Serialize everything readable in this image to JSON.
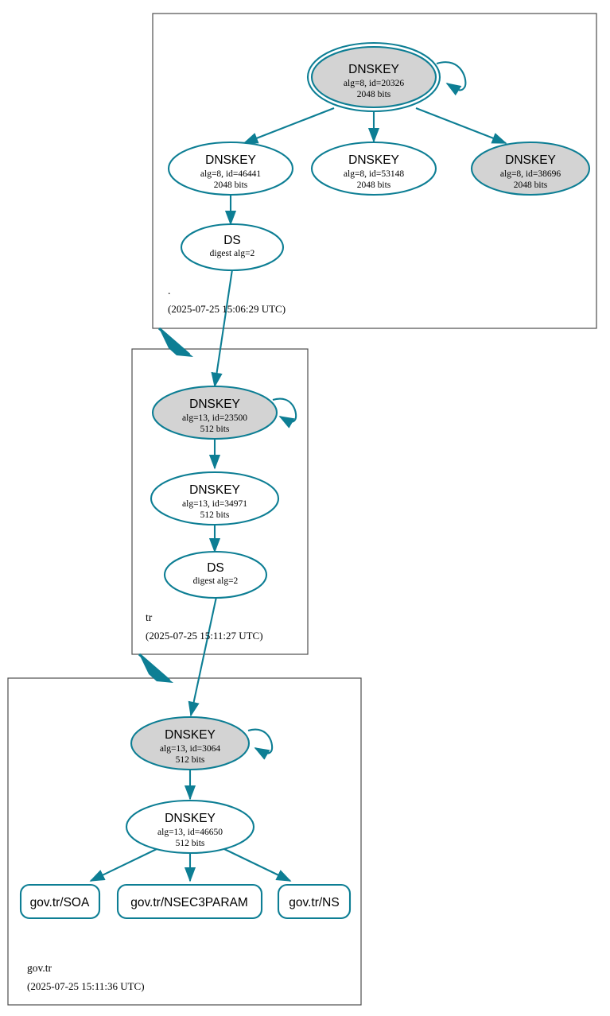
{
  "diagram": {
    "type": "dnssec-chain-of-trust",
    "colors": {
      "edge": "#0d7e94",
      "node_stroke": "#0d7e94",
      "sep_fill": "#d3d3d3",
      "plain_fill": "#ffffff",
      "zone_border": "#4d4d4d",
      "background": "#ffffff"
    }
  },
  "zones": [
    {
      "id": "root",
      "name": ".",
      "timestamp": "(2025-07-25 15:06:29 UTC)",
      "nodes": {
        "ksk": {
          "title": "DNSKEY",
          "params": "alg=8, id=20326",
          "size": "2048 bits",
          "trust_anchor": true,
          "sep": true
        },
        "zsk1": {
          "title": "DNSKEY",
          "params": "alg=8, id=46441",
          "size": "2048 bits",
          "trust_anchor": false,
          "sep": false
        },
        "zsk2": {
          "title": "DNSKEY",
          "params": "alg=8, id=53148",
          "size": "2048 bits",
          "trust_anchor": false,
          "sep": false
        },
        "zsk3": {
          "title": "DNSKEY",
          "params": "alg=8, id=38696",
          "size": "2048 bits",
          "trust_anchor": false,
          "sep": true
        },
        "ds": {
          "title": "DS",
          "params": "digest alg=2"
        }
      }
    },
    {
      "id": "tr",
      "name": "tr",
      "timestamp": "(2025-07-25 15:11:27 UTC)",
      "nodes": {
        "ksk": {
          "title": "DNSKEY",
          "params": "alg=13, id=23500",
          "size": "512 bits",
          "trust_anchor": false,
          "sep": true
        },
        "zsk1": {
          "title": "DNSKEY",
          "params": "alg=13, id=34971",
          "size": "512 bits",
          "trust_anchor": false,
          "sep": false
        },
        "ds": {
          "title": "DS",
          "params": "digest alg=2"
        }
      }
    },
    {
      "id": "govtr",
      "name": "gov.tr",
      "timestamp": "(2025-07-25 15:11:36 UTC)",
      "nodes": {
        "ksk": {
          "title": "DNSKEY",
          "params": "alg=13, id=3064",
          "size": "512 bits",
          "trust_anchor": false,
          "sep": true
        },
        "zsk1": {
          "title": "DNSKEY",
          "params": "alg=13, id=46650",
          "size": "512 bits",
          "trust_anchor": false,
          "sep": false
        }
      },
      "rrsets": [
        {
          "label": "gov.tr/SOA"
        },
        {
          "label": "gov.tr/NSEC3PARAM"
        },
        {
          "label": "gov.tr/NS"
        }
      ]
    }
  ]
}
